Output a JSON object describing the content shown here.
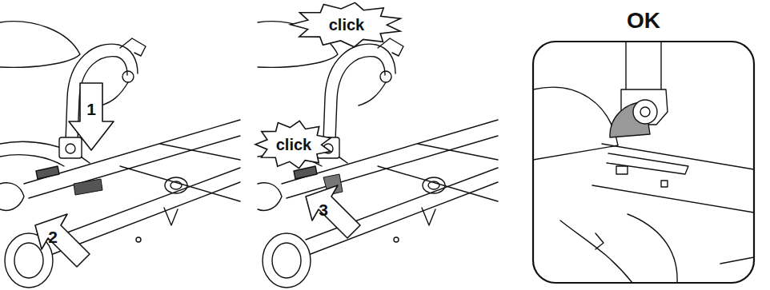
{
  "diagram": {
    "nodes": [
      {
        "text": [
          "click"
        ]
      },
      {
        "text": [
          "click"
        ]
      },
      {
        "text": [
          "OK"
        ]
      }
    ],
    "labels": [
      "1",
      "2",
      "3"
    ]
  }
}
